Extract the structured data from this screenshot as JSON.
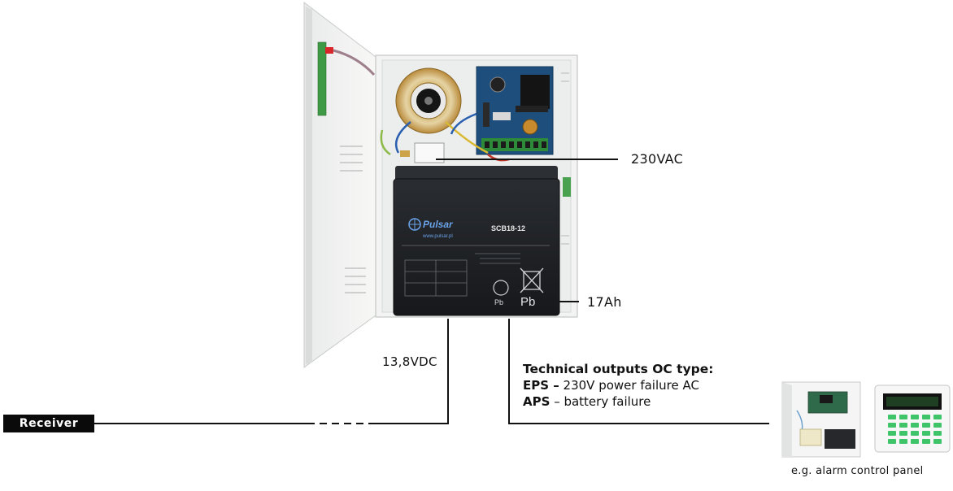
{
  "labels": {
    "ac_input": "230VAC",
    "battery_capacity": "17Ah",
    "dc_output": "13,8VDC",
    "receiver": "Receiver",
    "panel_caption": "e.g. alarm control panel"
  },
  "technical_outputs": {
    "title": "Technical outputs OC type:",
    "eps_key": "EPS –",
    "eps_desc": "230V power failure AC",
    "aps_key": "APS",
    "aps_desc": "– battery failure"
  },
  "battery": {
    "brand": "Pulsar",
    "website": "www.pulsar.pl",
    "model": "SCB18-12",
    "chem_symbol_1": "Pb",
    "chem_symbol_2": "Pb"
  }
}
